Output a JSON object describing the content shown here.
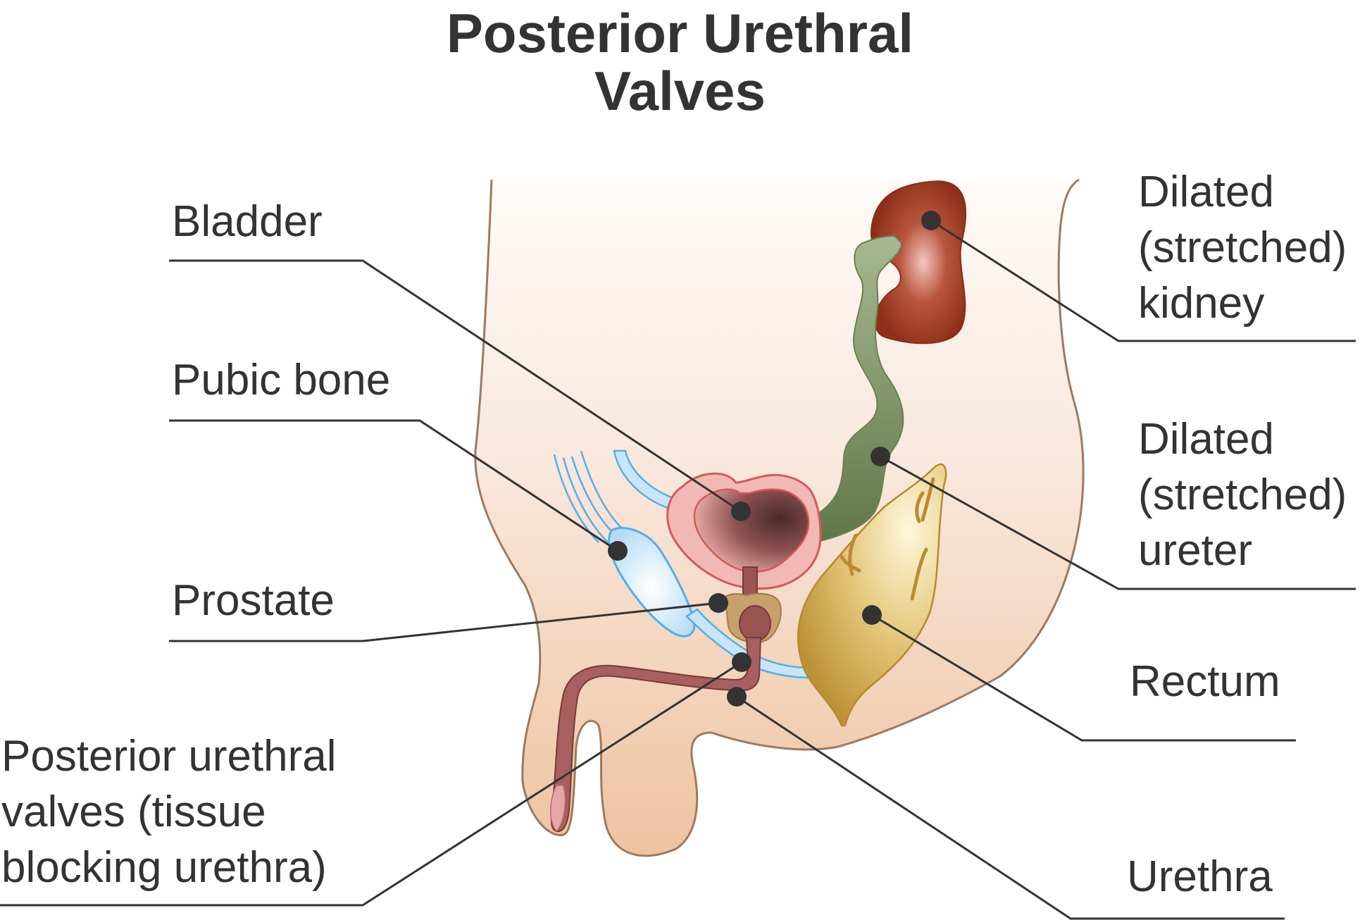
{
  "title": {
    "line1": "Posterior Urethral",
    "line2": "Valves"
  },
  "labels": {
    "bladder": "Bladder",
    "pubic_bone": "Pubic bone",
    "prostate": "Prostate",
    "posterior_urethral_valves": [
      "Posterior urethral",
      "valves (tissue",
      "blocking urethra)"
    ],
    "dilated_kidney": [
      "Dilated",
      "(stretched)",
      "kidney"
    ],
    "dilated_ureter": [
      "Dilated",
      "(stretched)",
      "ureter"
    ],
    "rectum": "Rectum",
    "urethra": "Urethra"
  },
  "colors": {
    "skin_top": "#fdf5ef",
    "skin_bottom": "#efc8a6",
    "outline": "#9c7a62",
    "kidney": "#9b3a22",
    "ureter": "#7f9466",
    "bladder": "#e9a5a2",
    "pubic_bone": "#56aee6",
    "prostate": "#c39a6a",
    "rectum": "#d8b45a",
    "urethra": "#9a5454",
    "leader": "#333333"
  }
}
